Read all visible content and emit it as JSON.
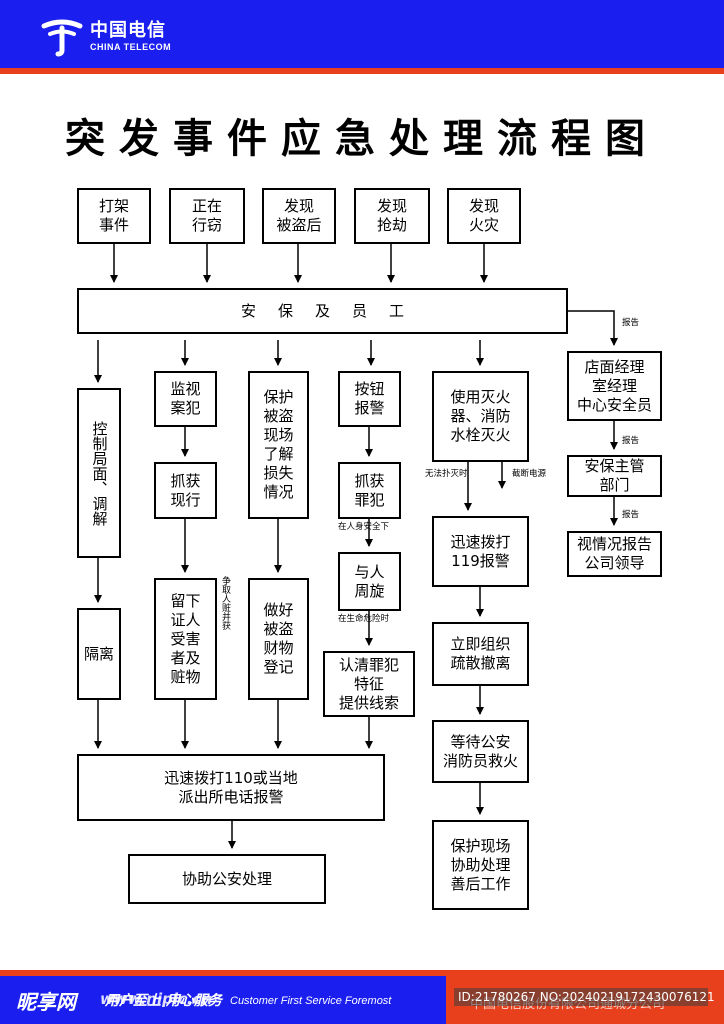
{
  "header": {
    "logo_cn": "中国电信",
    "logo_en": "CHINA TELECOM",
    "accent_color": "#1a1ff0",
    "stripe_color": "#e8401c"
  },
  "title": "突发事件应急处理流程图",
  "nodes": {
    "fight": "打架\n事件",
    "theft_in_progress": "正在\n行窃",
    "found_stolen": "发现\n被盗后",
    "found_robbery": "发现\n抢劫",
    "found_fire": "发现\n火灾",
    "security_staff": "安保及员工",
    "control_mediate": "控制局面、调解",
    "isolate": "隔离",
    "monitor_suspect": "监视\n案犯",
    "catch_in_act": "抓获\n现行",
    "keep_witness": "留下证人受害者及赃物",
    "protect_scene": "保护被盗现场了解损失情况",
    "register_stolen": "做好\n被盗\n财物\n登记",
    "press_alarm": "按钮\n报警",
    "catch_criminal": "抓获\n罪犯",
    "deal_with": "与人\n周旋",
    "identify_criminal": "认清罪犯\n特征\n提供线索",
    "use_extinguisher": "使用灭火\n器、消防\n水栓灭火",
    "call_119": "迅速拨打\n119报警",
    "evacuate": "立即组织\n疏散撤离",
    "wait_firefighters": "等待公安\n消防员救火",
    "protect_fire_scene": "保护现场\n协助处理\n善后工作",
    "call_110": "迅速拨打110或当地\n派出所电话报警",
    "assist_police": "协助公安处理",
    "store_manager": "店面经理\n室经理\n中心安全员",
    "security_dept": "安保主管\n部门",
    "report_leader": "视情况报告\n公司领导"
  },
  "notes": {
    "report_1": "报告",
    "report_2": "报告",
    "report_3": "报告",
    "cannot_extinguish": "无法扑灭时",
    "cut_power": "截断电源",
    "if_safe": "在人身安全下",
    "if_danger": "在生命危险时",
    "seize_both": "争取人赃并获"
  },
  "footer": {
    "slogan_cn": "用户至上  用心服务",
    "slogan_en": "Customer First Service Foremost",
    "company": "中国电信股份有限公司通城分公司"
  },
  "watermark": {
    "brand": "昵享网",
    "url": "www.nipic.cn",
    "id_text": "ID:21780267 NO:20240219172430076121"
  }
}
